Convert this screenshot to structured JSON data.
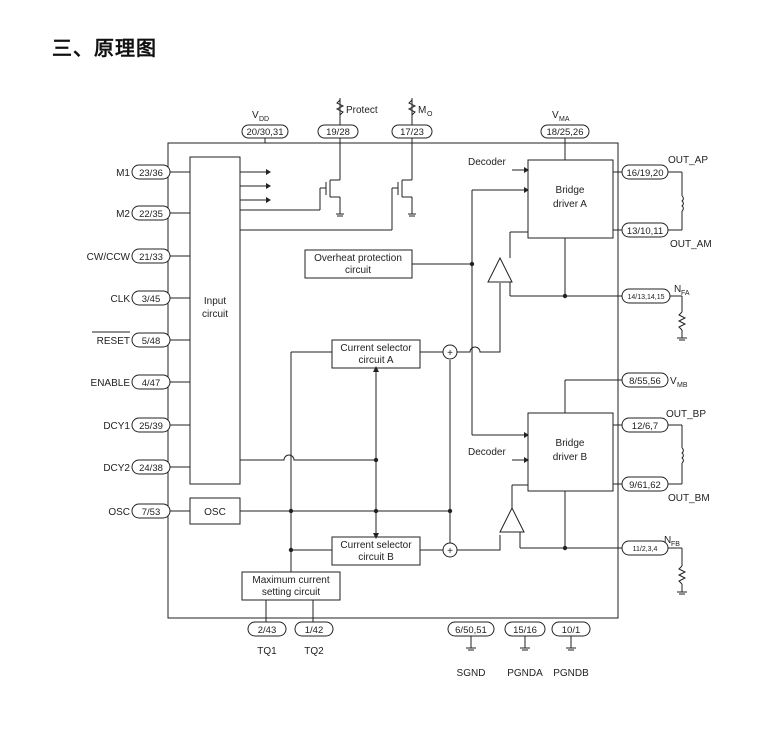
{
  "heading": "三、原理图",
  "diagram": {
    "supply": {
      "vdd": {
        "label_main": "V",
        "label_sub": "DD",
        "pins": "20/30,31"
      },
      "protect": {
        "label": "Protect",
        "pins": "19/28"
      },
      "mo": {
        "label_main": "M",
        "label_sub": "O",
        "pins": "17/23"
      },
      "vma": {
        "label_main": "V",
        "label_sub": "MA",
        "pins": "18/25,26"
      }
    },
    "left_pins": [
      {
        "name": "M1",
        "pins": "23/36"
      },
      {
        "name": "M2",
        "pins": "22/35"
      },
      {
        "name": "CW/CCW",
        "pins": "21/33"
      },
      {
        "name": "CLK",
        "pins": "3/45"
      },
      {
        "name": "RESET",
        "pins": "5/48"
      },
      {
        "name": "ENABLE",
        "pins": "4/47"
      },
      {
        "name": "DCY1",
        "pins": "25/39"
      },
      {
        "name": "DCY2",
        "pins": "24/38"
      },
      {
        "name": "OSC",
        "pins": "7/53"
      }
    ],
    "blocks": {
      "input_line1": "Input",
      "input_line2": "circuit",
      "osc": "OSC",
      "overheat_line1": "Overheat protection",
      "overheat_line2": "circuit",
      "csa_line1": "Current selector",
      "csa_line2": "circuit A",
      "csb_line1": "Current selector",
      "csb_line2": "circuit B",
      "max_line1": "Maximum current",
      "max_line2": "setting circuit",
      "bridge_a_line1": "Bridge",
      "bridge_a_line2": "driver A",
      "bridge_b_line1": "Bridge",
      "bridge_b_line2": "driver B",
      "decoder_a": "Decoder",
      "decoder_b": "Decoder",
      "plus": "+"
    },
    "right_pins": {
      "out_ap": {
        "label": "OUT_AP",
        "pins": "16/19,20"
      },
      "out_am": {
        "label": "OUT_AM",
        "pins": "13/10,11"
      },
      "nfa": {
        "label_main": "N",
        "label_sub": "FA",
        "pins": "14/13,14,15"
      },
      "vmb": {
        "label_main": "V",
        "label_sub": "MB",
        "pins": "8/55,56"
      },
      "out_bp": {
        "label": "OUT_BP",
        "pins": "12/6,7"
      },
      "out_bm": {
        "label": "OUT_BM",
        "pins": "9/61,62"
      },
      "nfb": {
        "label_main": "N",
        "label_sub": "FB",
        "pins": "11/2,3,4"
      }
    },
    "bottom_pins": [
      {
        "name": "TQ1",
        "pins": "2/43"
      },
      {
        "name": "TQ2",
        "pins": "1/42"
      },
      {
        "name": "SGND",
        "pins": "6/50,51"
      },
      {
        "name": "PGNDA",
        "pins": "15/16"
      },
      {
        "name": "PGNDB",
        "pins": "10/1"
      }
    ]
  }
}
